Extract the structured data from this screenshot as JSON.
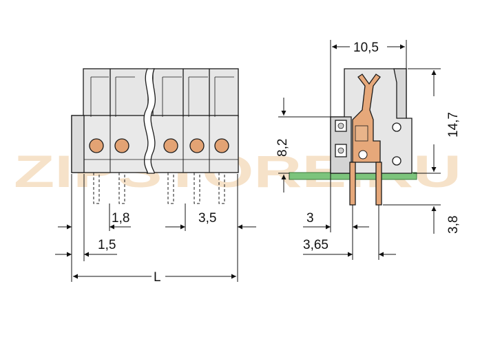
{
  "watermark": {
    "text": "ZIPSTORE.RU",
    "color_light": "#f5d4a6",
    "color_grey": "#cfcfcf"
  },
  "colors": {
    "body": "#e4e4e4",
    "body_dark": "#b9b9b9",
    "outline": "#1a1a1a",
    "copper": "#e6a87a",
    "pcb": "#6cc06c"
  },
  "front_view": {
    "pitch_label": "3,5",
    "pin_label": "1,8",
    "edge_label": "1,5",
    "length_label": "L"
  },
  "side_view": {
    "width_label": "10,5",
    "height_label": "14,7",
    "pcb_height_label": "8,2",
    "pin_offset_label": "3",
    "pin_spacing_label": "3,65",
    "pin_length_label": "3,8"
  }
}
